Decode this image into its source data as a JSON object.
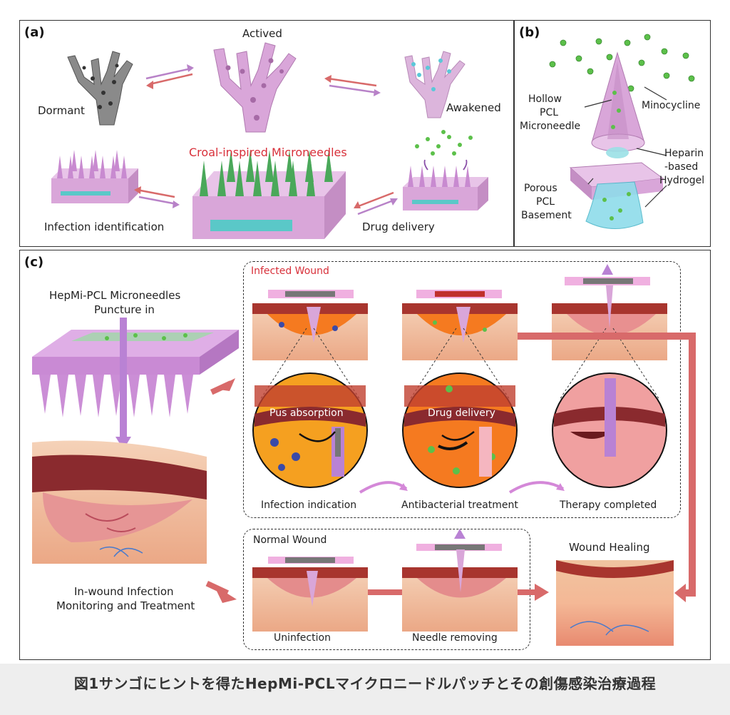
{
  "panel_a": {
    "label": "(a)",
    "dormant": "Dormant",
    "actived": "Actived",
    "awakened": "Awakened",
    "title": "Croal-inspired Microneedles",
    "infection_identification": "Infection identification",
    "drug_delivery": "Drug delivery"
  },
  "panel_b": {
    "label": "(b)",
    "hollow": "Hollow",
    "pcl": "PCL",
    "microneedle": "Microneedle",
    "minocycline": "Minocycline",
    "heparin": "Heparin",
    "based": "-based",
    "hydrogel": "Hydrogel",
    "porous": "Porous",
    "pcl2": "PCL",
    "basement": "Basement"
  },
  "panel_c": {
    "label": "(c)",
    "puncture_1": "HepMi-PCL Microneedles",
    "puncture_2": "Puncture in",
    "monitor_1": "In-wound Infection",
    "monitor_2": "Monitoring and Treatment",
    "infected_wound": "Infected Wound",
    "pus_absorption": "Pus absorption",
    "drug_delivery": "Drug delivery",
    "infection_indication": "Infection indication",
    "antibacterial_treatment": "Antibacterial treatment",
    "therapy_completed": "Therapy completed",
    "normal_wound": "Normal Wound",
    "uninfection": "Uninfection",
    "needle_removing": "Needle removing",
    "wound_healing": "Wound Healing"
  },
  "caption": "図1サンゴにヒントを得たHepMi-PCLマイクロニードルパッチとその創傷感染治療過程",
  "colors": {
    "pink": "#d9a6d9",
    "red_label": "#d8303a",
    "arrow_red": "#d86a6a",
    "green": "#5cc04a",
    "teal": "#5ac8c8"
  }
}
